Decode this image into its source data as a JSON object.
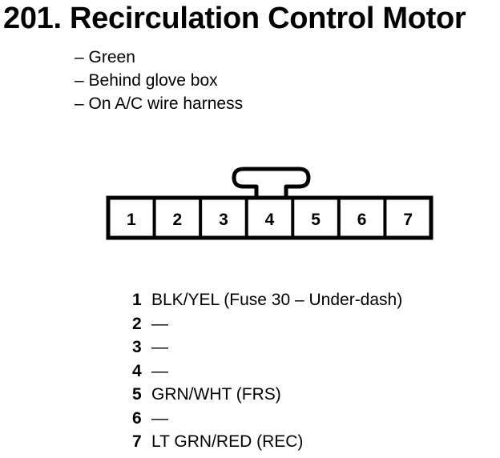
{
  "title": "201. Recirculation Control Motor",
  "notes": [
    "– Green",
    "– Behind glove box",
    "– On A/C wire harness"
  ],
  "connector": {
    "pins": [
      "1",
      "2",
      "3",
      "4",
      "5",
      "6",
      "7"
    ]
  },
  "pin_list": [
    {
      "num": "1",
      "desc": "BLK/YEL (Fuse 30 – Under-dash)"
    },
    {
      "num": "2",
      "desc": "—"
    },
    {
      "num": "3",
      "desc": "—"
    },
    {
      "num": "4",
      "desc": "—"
    },
    {
      "num": "5",
      "desc": "GRN/WHT (FRS)"
    },
    {
      "num": "6",
      "desc": "—"
    },
    {
      "num": "7",
      "desc": "LT GRN/RED (REC)"
    }
  ]
}
